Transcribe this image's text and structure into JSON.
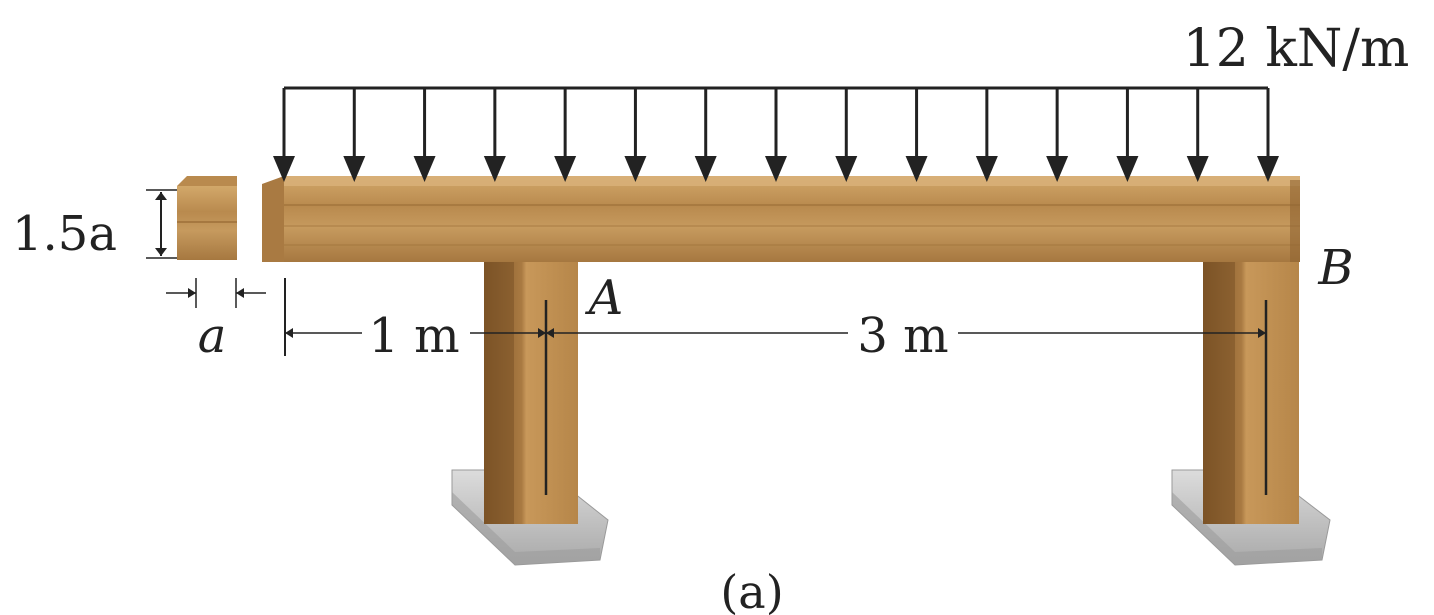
{
  "load": {
    "label": "12 kN/m",
    "arrow_count": 15
  },
  "section": {
    "height_label": "1.5a",
    "width_label": "a"
  },
  "dimensions": {
    "overhang": "1 m",
    "span": "3 m"
  },
  "supports": {
    "left": "A",
    "right": "B"
  },
  "caption": "(a)",
  "colors": {
    "wood_light": "#c99b5c",
    "wood_mid": "#b5844a",
    "wood_dark": "#8a6030",
    "concrete": "#c8c8c8",
    "ink": "#222222"
  }
}
